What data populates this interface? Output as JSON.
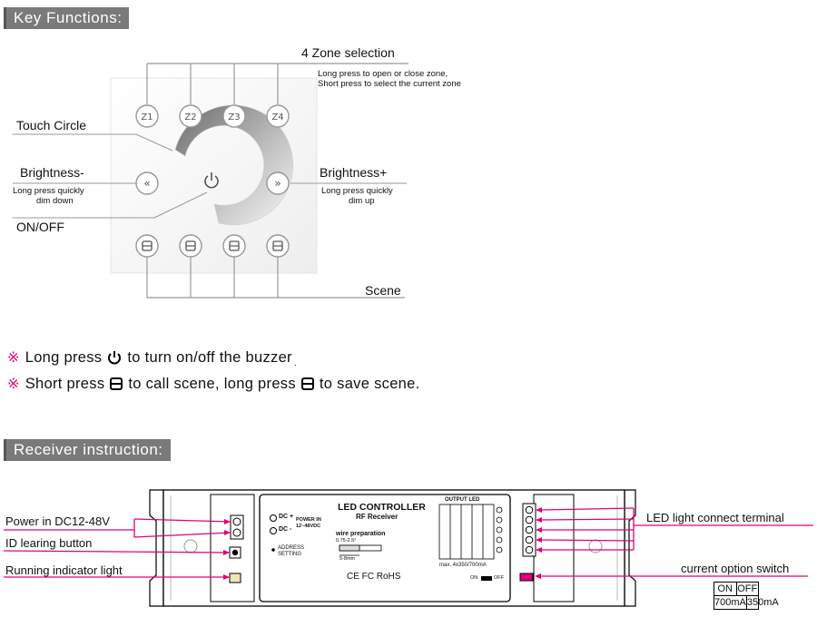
{
  "key_functions": {
    "header": "Key Functions:",
    "zone_selection": {
      "title": "4 Zone selection",
      "desc_1": "Long press to open or close zone,",
      "desc_2": "Short press to select the current zone"
    },
    "zone_buttons": [
      "Z1",
      "Z2",
      "Z3",
      "Z4"
    ],
    "touch_circle": "Touch Circle",
    "brightness_minus": {
      "label": "Brightness-",
      "desc_1": "Long press quickly",
      "desc_2": "dim down"
    },
    "brightness_plus": {
      "label": "Brightness+",
      "desc_1": "Long press quickly",
      "desc_2": "dim up"
    },
    "on_off": "ON/OFF",
    "scene": "Scene",
    "note_1": {
      "before": "Long press",
      "after": "to turn on/off the buzzer",
      "end": "."
    },
    "note_2": {
      "part_1": "Short press",
      "part_2": "to call scene, long press",
      "part_3": "to save scene."
    }
  },
  "receiver": {
    "header": "Receiver instruction:",
    "left_labels": {
      "power_in": "Power in DC12-48V",
      "id_button": "ID learing button",
      "indicator": "Running indicator light"
    },
    "right_labels": {
      "led_terminal": "LED light connect terminal",
      "option_switch": "current option switch"
    },
    "switch_table": {
      "row1": [
        "ON",
        "OFF"
      ],
      "row2": [
        "700mA",
        "350mA"
      ]
    },
    "device": {
      "title": "LED CONTROLLER",
      "subtitle": "RF Receiver",
      "dc_plus": "DC +",
      "dc_minus": "DC -",
      "power_in": "POWER IN",
      "power_range": "12~48VDC",
      "address": "ADDRESS",
      "setting": "SETTING",
      "wire_prep": "wire preparation",
      "wire_size": "0.75-2.5²",
      "wire_len": "5-8mm",
      "certs": "CE FC RoHS",
      "output_led": "OUTPUT LED",
      "max_current": "max. 4x350/700mA",
      "on": "ON",
      "off": "OFF"
    }
  },
  "colors": {
    "pink": "#e0007a",
    "header_bg": "#7a7a7a"
  }
}
